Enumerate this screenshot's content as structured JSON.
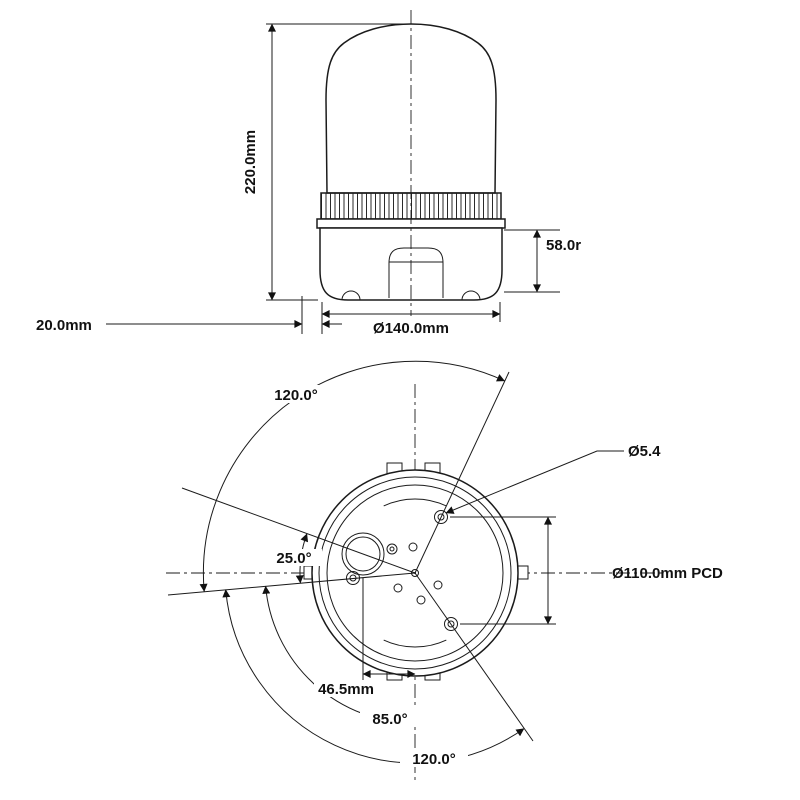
{
  "side_view": {
    "height": "220.0mm",
    "corner_radius": "58.0r",
    "offset": "20.0mm",
    "diameter": "Ø140.0mm"
  },
  "bottom_view": {
    "angle_top": "120.0°",
    "hole_diameter": "Ø5.4",
    "cable_angle": "25.0°",
    "pcd": "Ø110.0mm PCD",
    "hole_offset": "46.5mm",
    "angle_mid": "85.0°",
    "angle_bottom": "120.0°"
  }
}
